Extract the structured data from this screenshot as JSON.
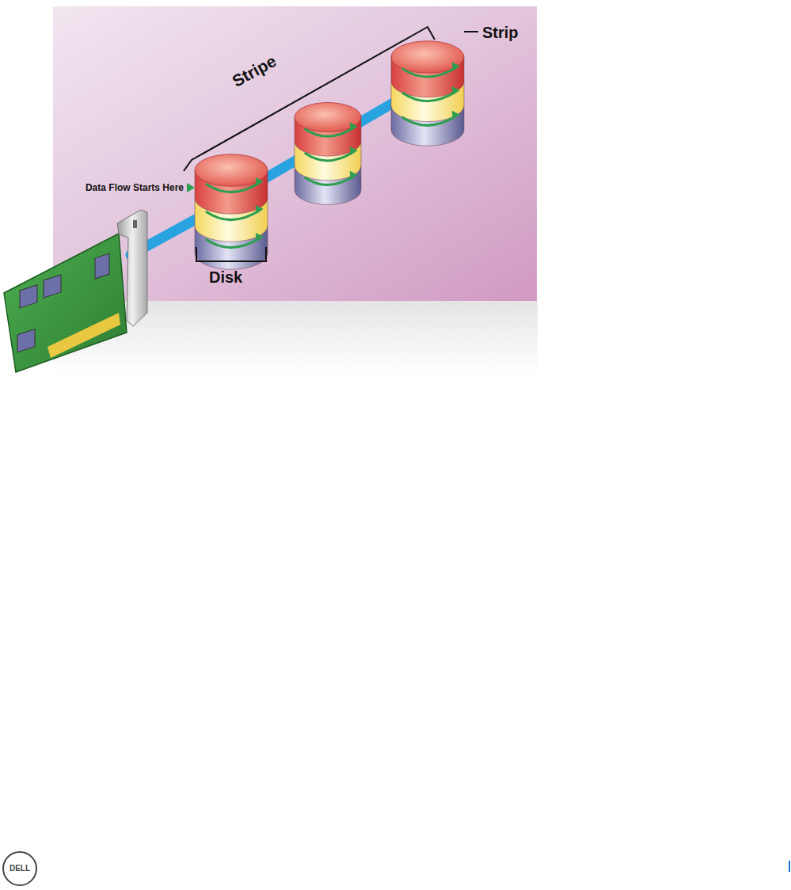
{
  "diagram": {
    "labels": [
      "Stripe",
      "Strip",
      "Data Flow Starts Here",
      "Disk",
      "DELL"
    ]
  }
}
